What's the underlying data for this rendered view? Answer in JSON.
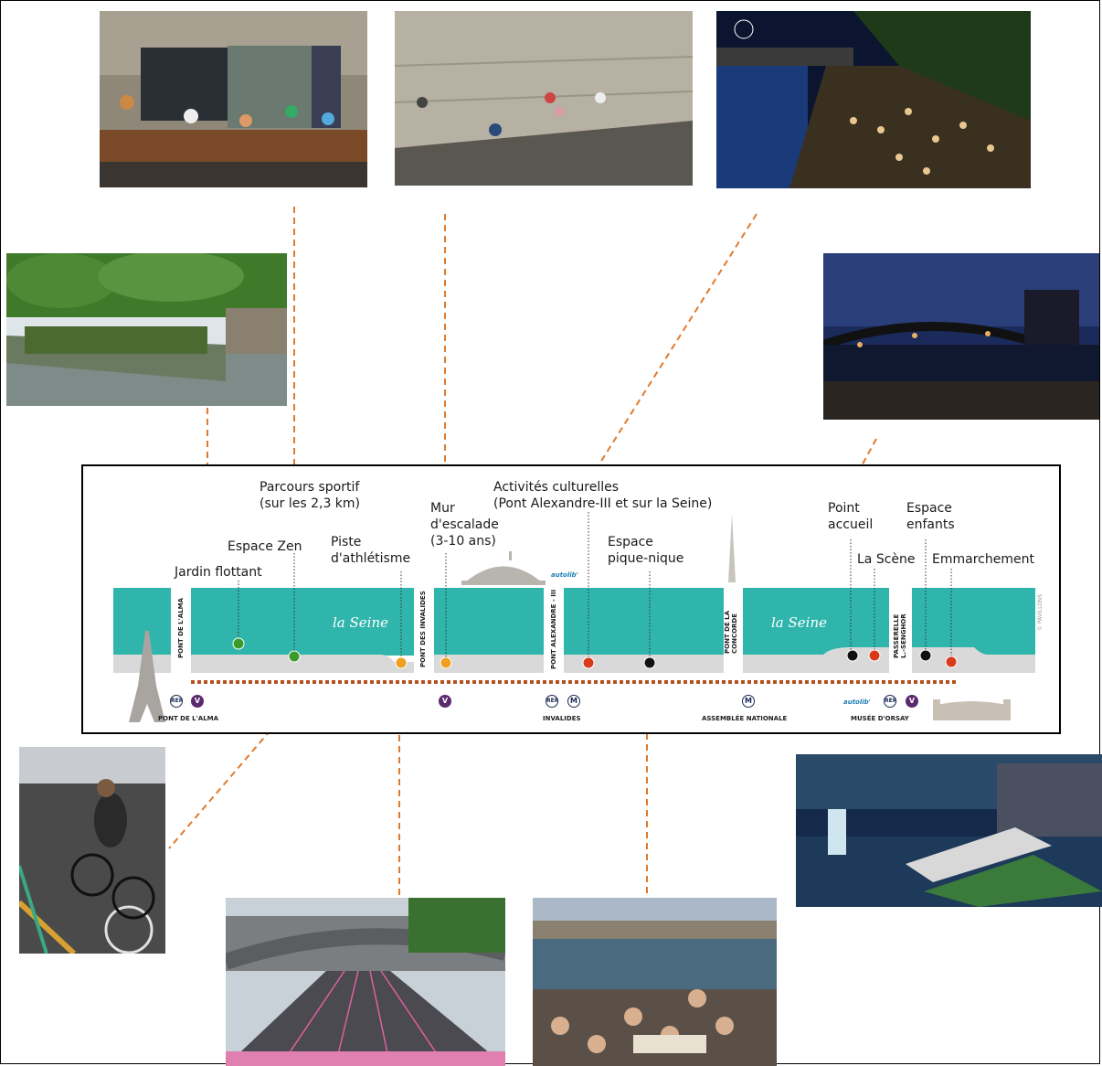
{
  "labels": {
    "jardin": "Jardin flottant",
    "zen": "Espace Zen",
    "parcours": "Parcours sportif\n(sur les 2,3 km)",
    "piste": "Piste\nd'athlétisme",
    "mur": "Mur\nd'escalade\n(3-10 ans)",
    "activites": "Activités culturelles\n(Pont Alexandre-III et sur la Seine)",
    "piquenique": "Espace\npique-nique",
    "accueil": "Point\naccueil",
    "enfants": "Espace\nenfants",
    "scene": "La Scène",
    "emmarchement": "Emmarchement"
  },
  "river": {
    "left": "la Seine",
    "right": "la Seine"
  },
  "bridges": {
    "alma": "PONT DE L'ALMA",
    "invalides": "PONT DES INVALIDES",
    "alexandre": "PONT ALEXANDRE - III",
    "concorde": "PONT DE LA CONCORDE",
    "senghor": "PASSERELLE L.-SENGHOR"
  },
  "stations": {
    "alma": "PONT DE L'ALMA",
    "invalides": "INVALIDES",
    "assemblee": "ASSEMBLÉE NATIONALE",
    "orsay": "MUSÉE D'ORSAY"
  },
  "badges": {
    "rer": "RER",
    "metro": "M",
    "velib": "V",
    "autolib": "autolib'"
  },
  "copyright": "© PAVILLONS",
  "colors": {
    "river": "#2fb5ab",
    "quay": "#d9d9d9",
    "connector": "#e07a2e",
    "path": "#b4501e",
    "pin_green": "#3a9a2a",
    "pin_orange": "#f0a020",
    "pin_red": "#d93a1a",
    "pin_black": "#111111"
  },
  "photos": [
    {
      "name": "photo-espace-zen",
      "scene": "container-cafe"
    },
    {
      "name": "photo-mur-escalade",
      "scene": "climbing-wall"
    },
    {
      "name": "photo-activites-culturelles",
      "scene": "night-crowd"
    },
    {
      "name": "photo-jardin-flottant",
      "scene": "floating-garden"
    },
    {
      "name": "photo-point-accueil",
      "scene": "night-bridge"
    },
    {
      "name": "photo-parcours-sportif",
      "scene": "cyclist"
    },
    {
      "name": "photo-la-scene",
      "scene": "night-stage"
    },
    {
      "name": "photo-piste-athletisme",
      "scene": "running-track"
    },
    {
      "name": "photo-espace-pique-nique",
      "scene": "picnic"
    }
  ]
}
